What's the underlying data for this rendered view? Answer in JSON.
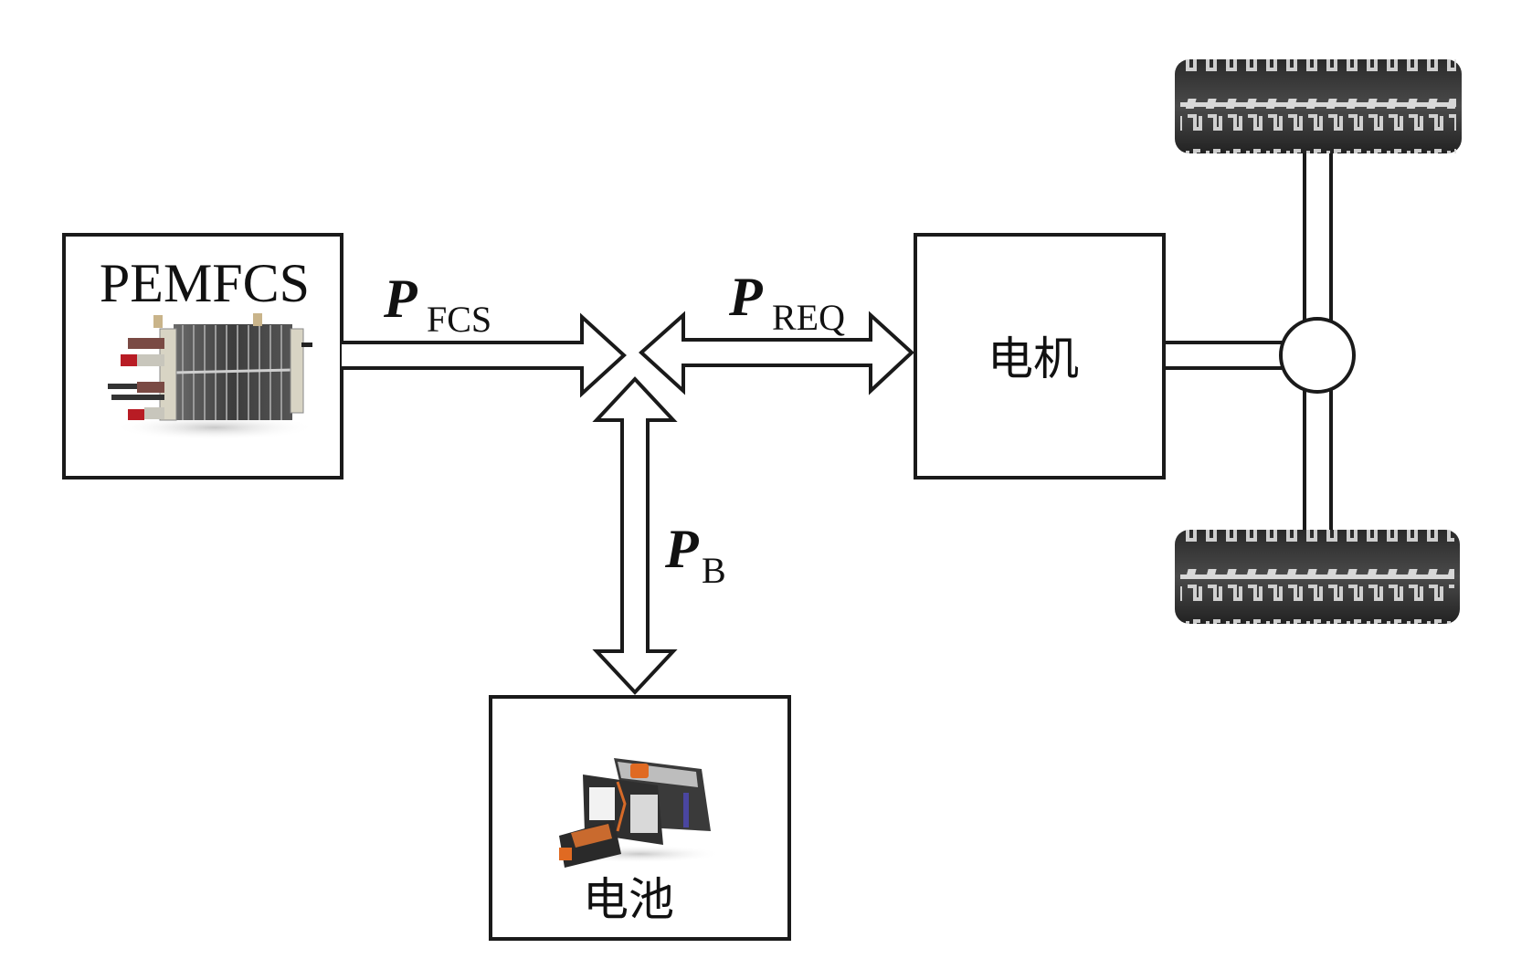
{
  "diagram": {
    "type": "power-flow-block-diagram",
    "components": {
      "fuel_cell": {
        "label": "PEMFCS",
        "icon": "fuel-cell-stack-icon"
      },
      "motor": {
        "label": "电机"
      },
      "battery": {
        "label": "电池",
        "icon": "battery-pack-icon"
      },
      "wheels": {
        "icon": "tire-icon",
        "count": 2
      }
    },
    "flows": {
      "fcs": {
        "symbol": "P",
        "subscript": "FCS",
        "direction": "fuel_cell → junction"
      },
      "req": {
        "symbol": "P",
        "subscript": "REQ",
        "direction": "junction ↔ motor"
      },
      "battery": {
        "symbol": "P",
        "subscript": "B",
        "direction": "junction ↔ battery"
      }
    },
    "colors": {
      "stroke": "#1a1a1a",
      "background": "#ffffff"
    }
  }
}
